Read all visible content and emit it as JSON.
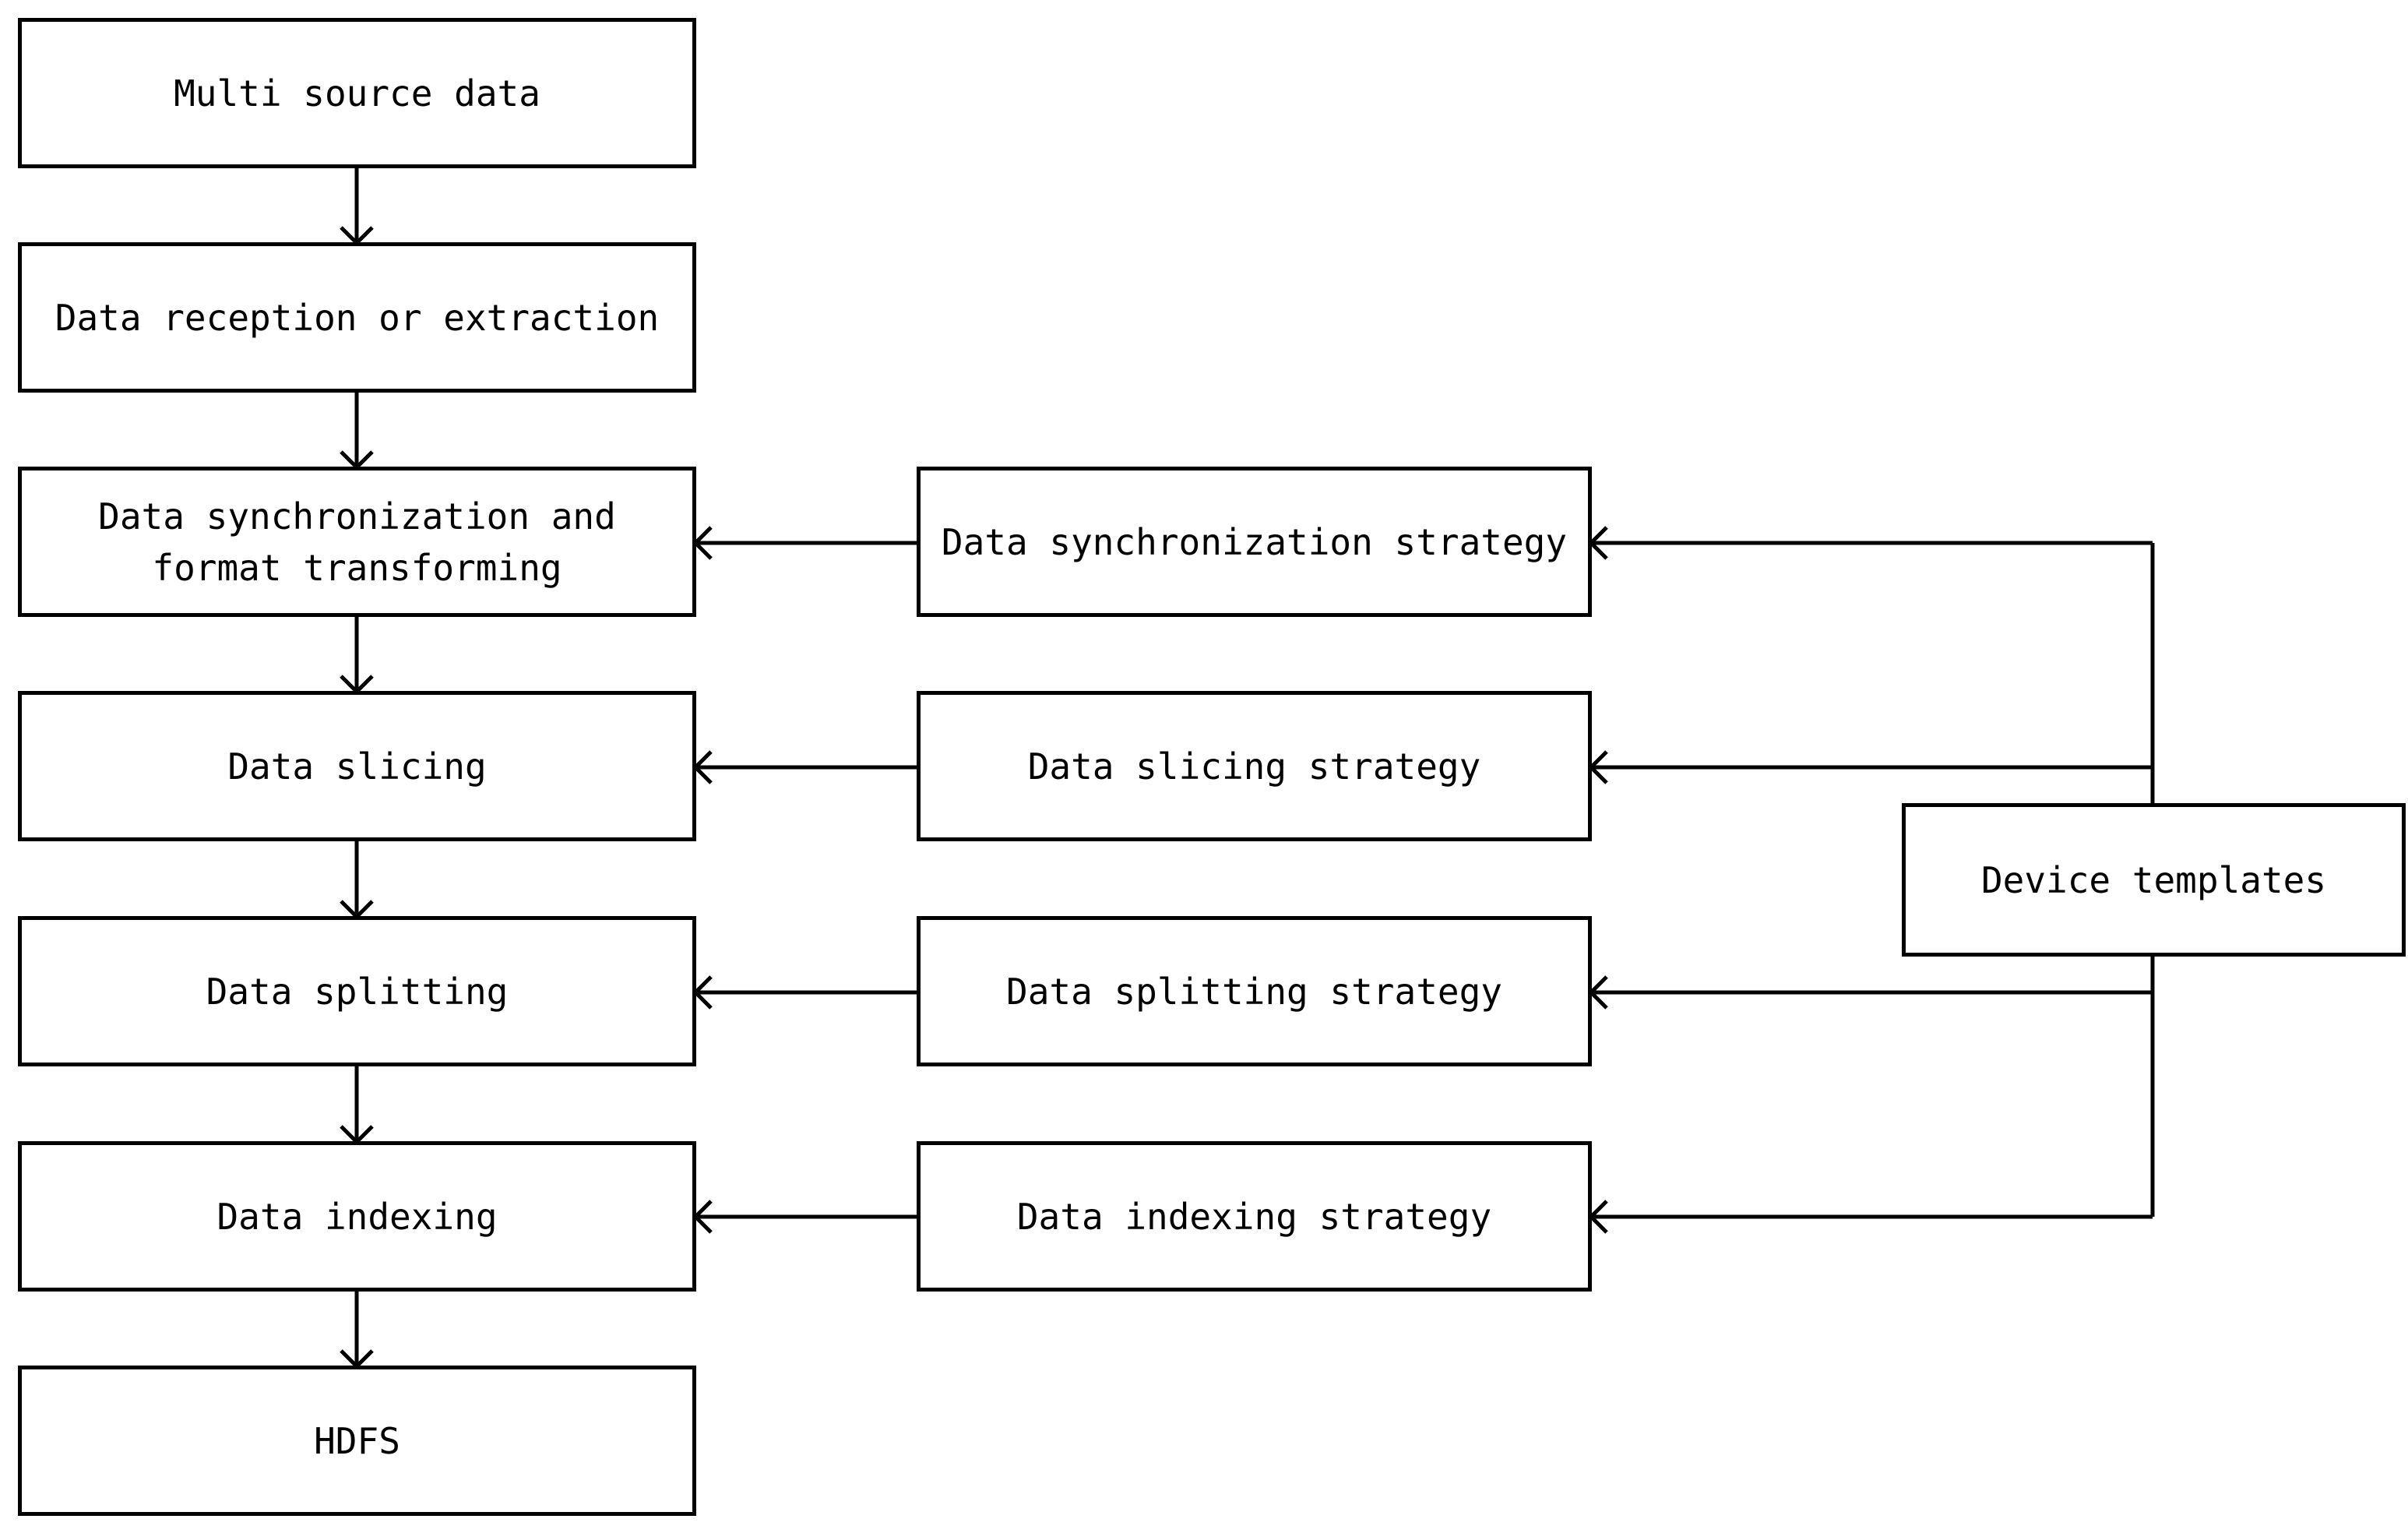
{
  "process_steps": [
    {
      "id": "multi-source-data",
      "label": "Multi source data"
    },
    {
      "id": "data-reception",
      "label": "Data reception or extraction"
    },
    {
      "id": "data-synchronization",
      "label": "Data synchronization and\nformat transforming"
    },
    {
      "id": "data-slicing",
      "label": "Data slicing"
    },
    {
      "id": "data-splitting",
      "label": "Data splitting"
    },
    {
      "id": "data-indexing",
      "label": "Data indexing"
    },
    {
      "id": "hdfs",
      "label": "HDFS"
    }
  ],
  "strategies": [
    {
      "id": "synchronization-strategy",
      "label": "Data synchronization strategy"
    },
    {
      "id": "slicing-strategy",
      "label": "Data slicing strategy"
    },
    {
      "id": "splitting-strategy",
      "label": "Data splitting strategy"
    },
    {
      "id": "indexing-strategy",
      "label": "Data indexing strategy"
    }
  ],
  "device_templates": {
    "label": "Device templates"
  },
  "edges": [
    {
      "from": "multi-source-data",
      "to": "data-reception"
    },
    {
      "from": "data-reception",
      "to": "data-synchronization"
    },
    {
      "from": "data-synchronization",
      "to": "data-slicing"
    },
    {
      "from": "data-slicing",
      "to": "data-splitting"
    },
    {
      "from": "data-splitting",
      "to": "data-indexing"
    },
    {
      "from": "data-indexing",
      "to": "hdfs"
    },
    {
      "from": "synchronization-strategy",
      "to": "data-synchronization"
    },
    {
      "from": "slicing-strategy",
      "to": "data-slicing"
    },
    {
      "from": "splitting-strategy",
      "to": "data-splitting"
    },
    {
      "from": "indexing-strategy",
      "to": "data-indexing"
    },
    {
      "from": "device-templates",
      "to": "synchronization-strategy"
    },
    {
      "from": "device-templates",
      "to": "slicing-strategy"
    },
    {
      "from": "device-templates",
      "to": "splitting-strategy"
    },
    {
      "from": "device-templates",
      "to": "indexing-strategy"
    }
  ]
}
